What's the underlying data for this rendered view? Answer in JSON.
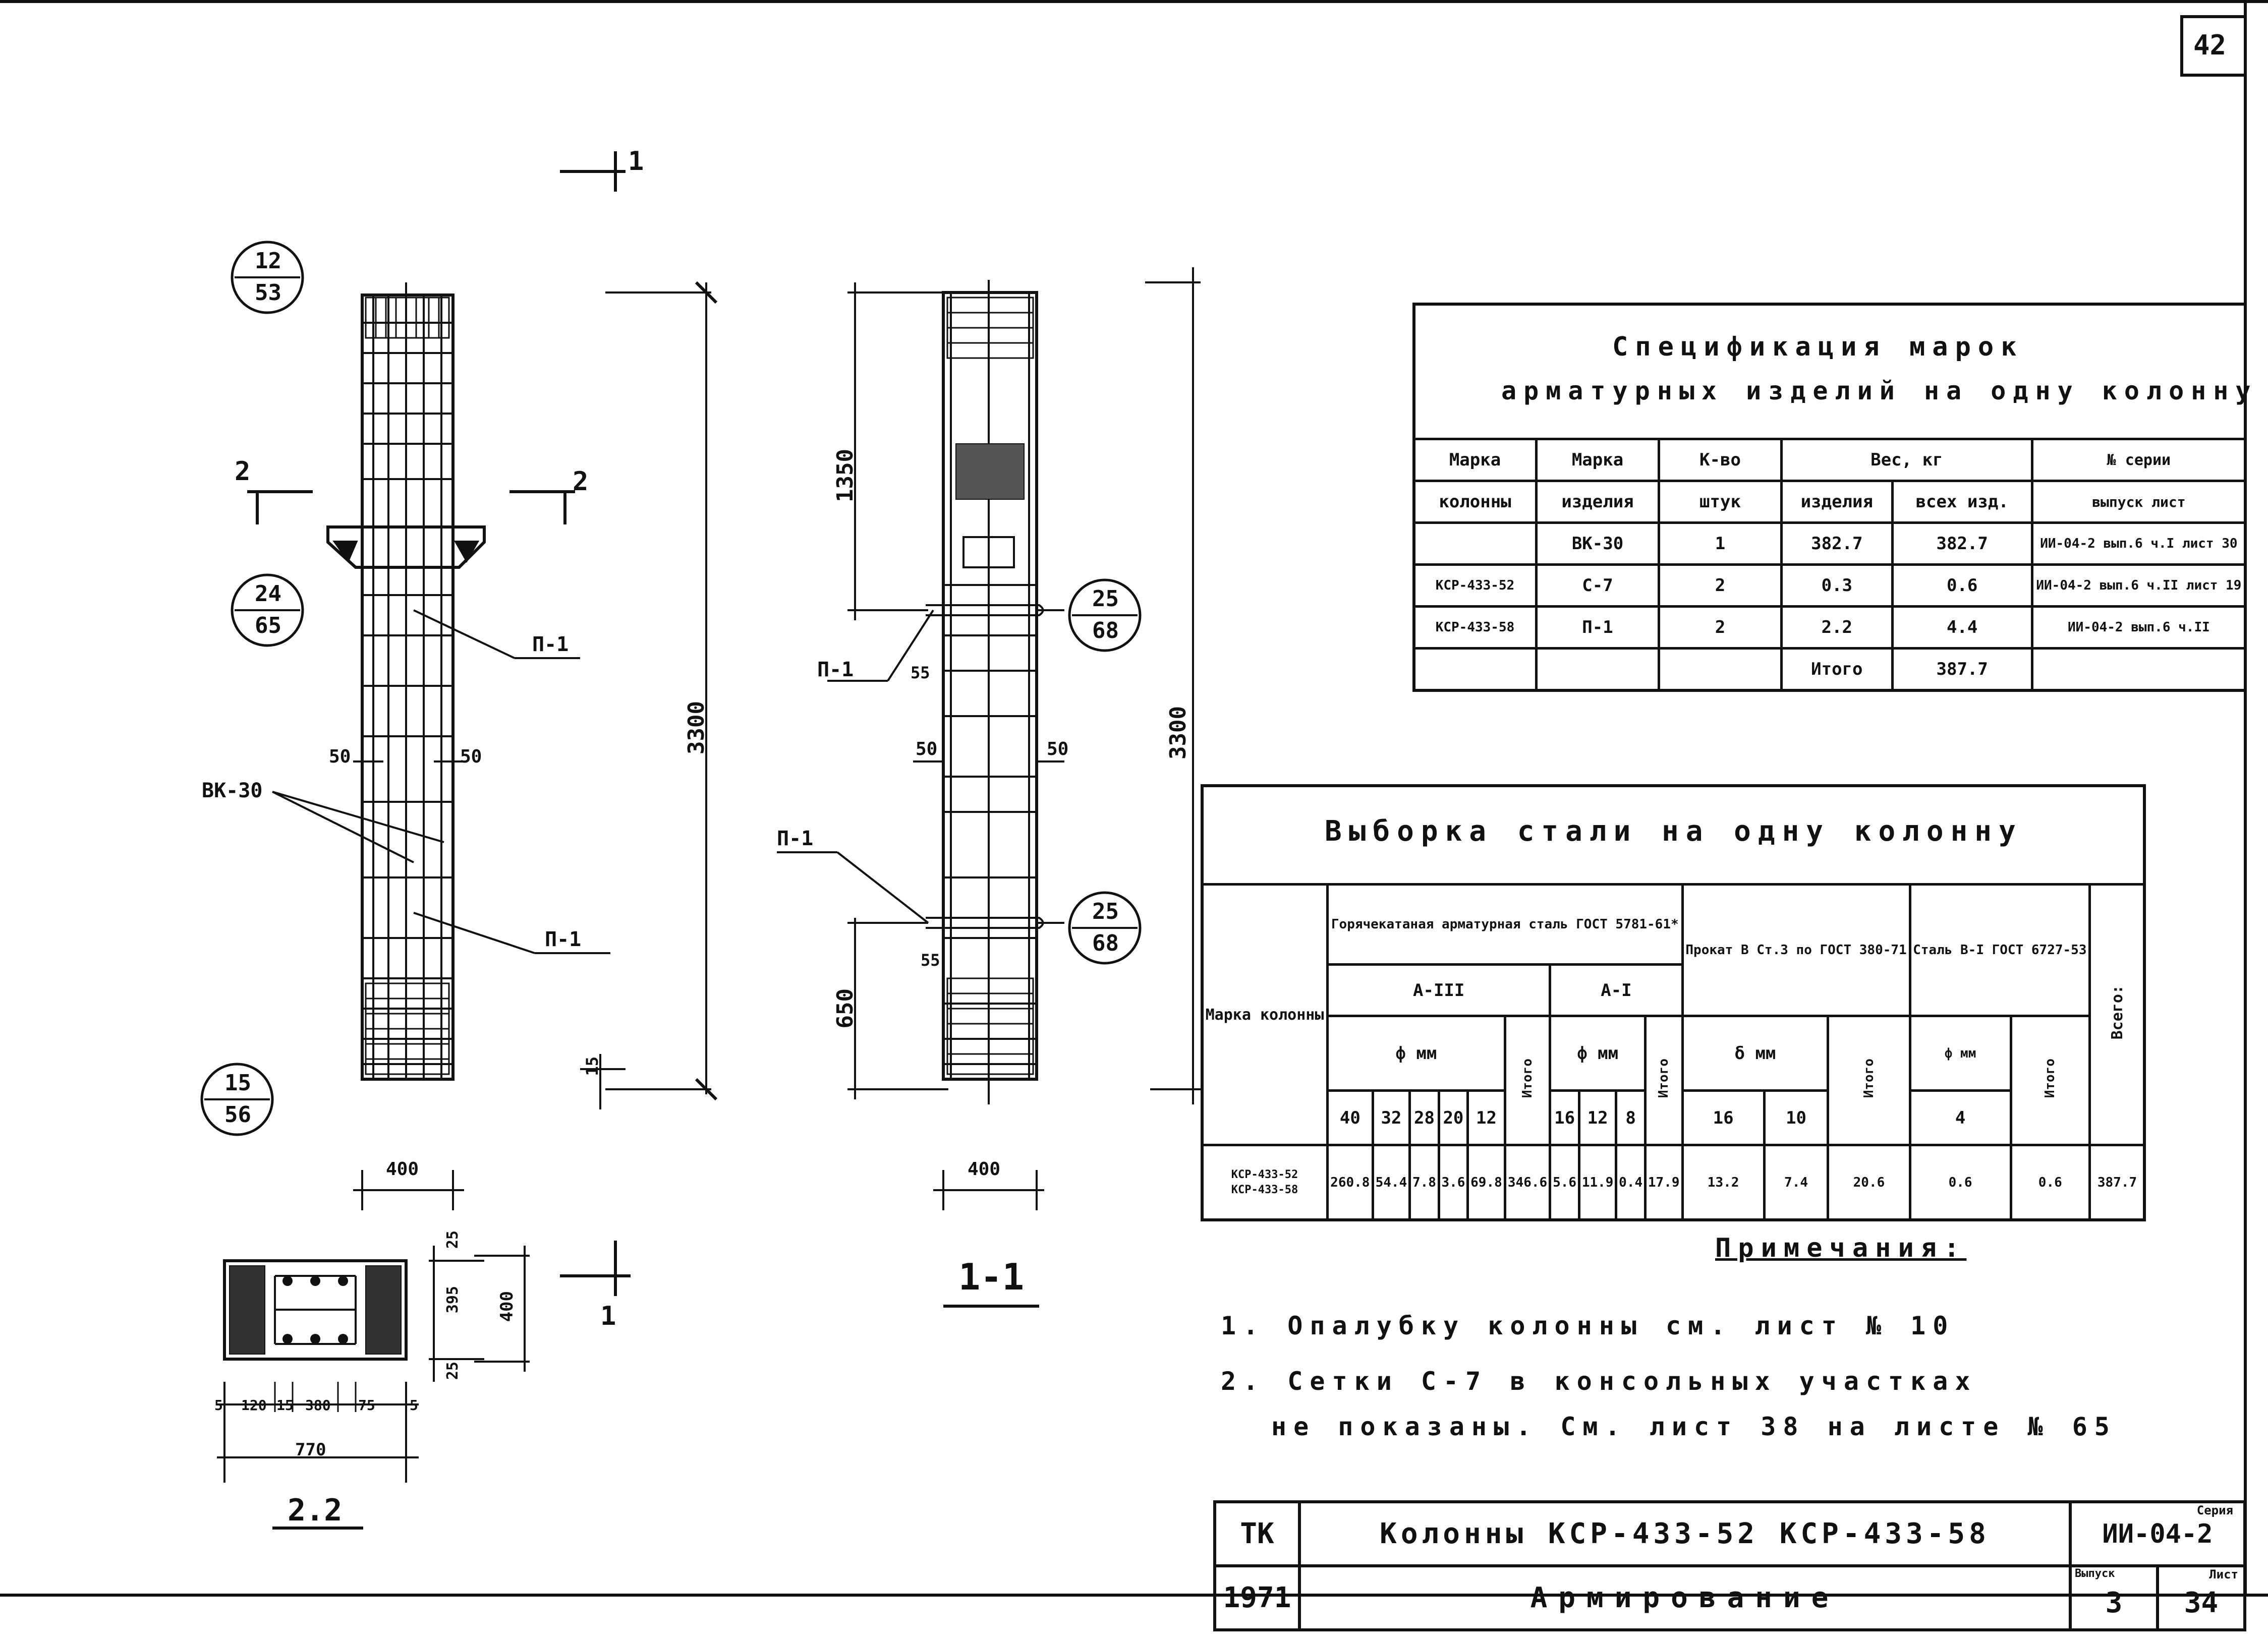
{
  "page_number": "42",
  "sheet_title": {
    "org": "ТК",
    "year": "1971",
    "title_line1": "Колонны КСР-433-52 КСР-433-58",
    "title_line2": "Армирование",
    "series_label": "Серия",
    "series": "ИИ-04-2",
    "issue_label": "Выпуск",
    "issue": "3",
    "sheet_label": "Лист",
    "sheet": "34"
  },
  "drawing": {
    "section_1_1": "1-1",
    "section_2_2": "2.2",
    "cut_1": "1",
    "cut_2": "2",
    "dim_3300": "3300",
    "dim_1350": "1350",
    "dim_650": "650",
    "dim_400": "400",
    "dim_50": "50",
    "dim_55": "55",
    "dim_15": "15",
    "dim_25": "25",
    "dim_395": "395",
    "dim_770": "770",
    "dim_s_5": "5",
    "dim_s_120": "120",
    "dim_s_15": "15",
    "dim_s_380": "380",
    "dim_s_75": "75",
    "mark_p1": "П-1",
    "mark_vk30": "ВК-30",
    "bubble_12_53": [
      "12",
      "53"
    ],
    "bubble_24_65": [
      "24",
      "65"
    ],
    "bubble_15_56": [
      "15",
      "56"
    ],
    "bubble_25_68": [
      "25",
      "68"
    ]
  },
  "spec": {
    "title_line1": "Спецификация марок",
    "title_line2": "арматурных изделий на одну колонну",
    "headers": {
      "col_mark": [
        "Марка",
        "колонны"
      ],
      "item_mark": [
        "Марка",
        "изделия"
      ],
      "qty": [
        "К-во",
        "штук"
      ],
      "weight": "Вес, кг",
      "weight_item": "изделия",
      "weight_all": "всех изд.",
      "series": [
        "№ серии",
        "выпуск",
        "лист"
      ]
    },
    "column_marks": [
      "КСР-433-52",
      "КСР-433-58"
    ],
    "rows": [
      {
        "item": "ВК-30",
        "qty": "1",
        "w_item": "382.7",
        "w_all": "382.7",
        "ref": "ИИ-04-2 вып.6 ч.I лист 30"
      },
      {
        "item": "С-7",
        "qty": "2",
        "w_item": "0.3",
        "w_all": "0.6",
        "ref": "ИИ-04-2 вып.6 ч.II лист 19"
      },
      {
        "item": "П-1",
        "qty": "2",
        "w_item": "2.2",
        "w_all": "4.4",
        "ref": "ИИ-04-2 вып.6 ч.II"
      }
    ],
    "total_label": "Итого",
    "total": "387.7"
  },
  "vyborka": {
    "title": "Выборка стали на одну колонну",
    "col_mark": "Марка колонны",
    "group1": "Горячекатаная арматурная сталь ГОСТ 5781-61*",
    "group1_a3": "А-III",
    "group1_a1": "А-I",
    "phi_mm": "ф мм",
    "total_word": "Итого",
    "group2": "Прокат В Ст.3 по ГОСТ 380-71",
    "group2_phi": "δ мм",
    "group3": "Сталь В-I ГОСТ 6727-53",
    "group3_phi": "ф мм",
    "grand_total": "Всего:",
    "a3_diams": [
      "40",
      "32",
      "28",
      "20",
      "12"
    ],
    "a1_diams": [
      "16",
      "12",
      "8"
    ],
    "rolled_diams": [
      "16",
      "10"
    ],
    "wire_diams": [
      "4"
    ],
    "row_marks": [
      "КСР-433-52",
      "КСР-433-58"
    ],
    "a3_values": [
      "260.8",
      "54.4",
      "7.8",
      "3.6",
      "69.8"
    ],
    "a3_total": "346.6",
    "a1_values": [
      "5.6",
      "11.9",
      "0.4"
    ],
    "a1_total": "17.9",
    "rolled_values": [
      "13.2",
      "7.4"
    ],
    "rolled_total": "20.6",
    "wire_values": [
      "0.6"
    ],
    "wire_total": "0.6",
    "grand_total_value": "387.7"
  },
  "notes": {
    "heading": "Примечания:",
    "items": [
      "1. Опалубку колонны см. лист № 10",
      "2. Сетки С-7 в консольных участках",
      "не показаны. См. лист 38 на листе № 65"
    ]
  }
}
